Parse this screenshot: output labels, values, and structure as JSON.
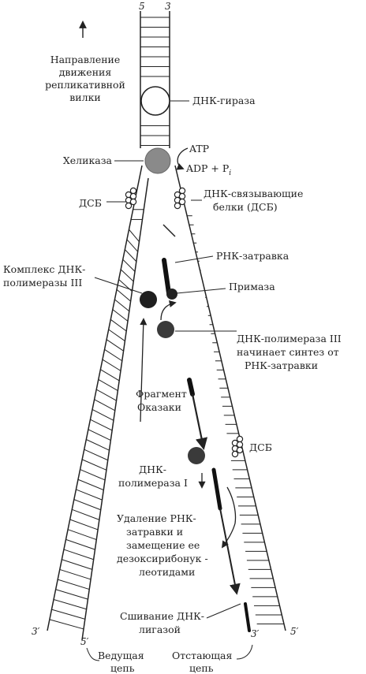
{
  "diagram": {
    "strand_ends": {
      "top_left": "5",
      "top_right": "3",
      "bottom_left_3": "3′",
      "bottom_left_5": "5′",
      "bottom_right_3": "3′",
      "bottom_right_5": "5′"
    },
    "direction_label": [
      "Направление",
      "движения",
      "репликативной",
      "вилки"
    ],
    "enzymes": {
      "gyrase": "ДНК-гираза",
      "helicase": "Хеликаза",
      "atp": "ATP",
      "adp_pi": "ADP + P",
      "pi_sub": "i",
      "ssb_left": "ДСБ",
      "ssb_right": [
        "ДНК-связывающие",
        "белки (ДСБ)"
      ],
      "pol3_complex": [
        "Комплекс ДНК-",
        "полимеразы III"
      ],
      "rna_primer": "РНК-затравка",
      "primase": "Примаза",
      "pol3_start": [
        "ДНК-полимераза III",
        "начинает синтез от",
        "РНК-затравки"
      ],
      "okazaki": [
        "Фрагмент",
        "Оказаки"
      ],
      "ssb_lower": "ДСБ",
      "pol1": [
        "ДНК-",
        "полимераза I"
      ],
      "primer_removal": [
        "Удаление РНК-",
        "затравки и",
        "замещение ее",
        "дезоксирибонук -",
        "леотидами"
      ],
      "ligase": [
        "Сшивание ДНК-",
        "лигазой"
      ],
      "leading": [
        "Ведущая",
        "цепь"
      ],
      "lagging": [
        "Отстающая",
        "цепь"
      ]
    },
    "colors": {
      "ink": "#222222",
      "enzyme": "#3a3a3a",
      "helicase": "#8a8a8a"
    }
  }
}
